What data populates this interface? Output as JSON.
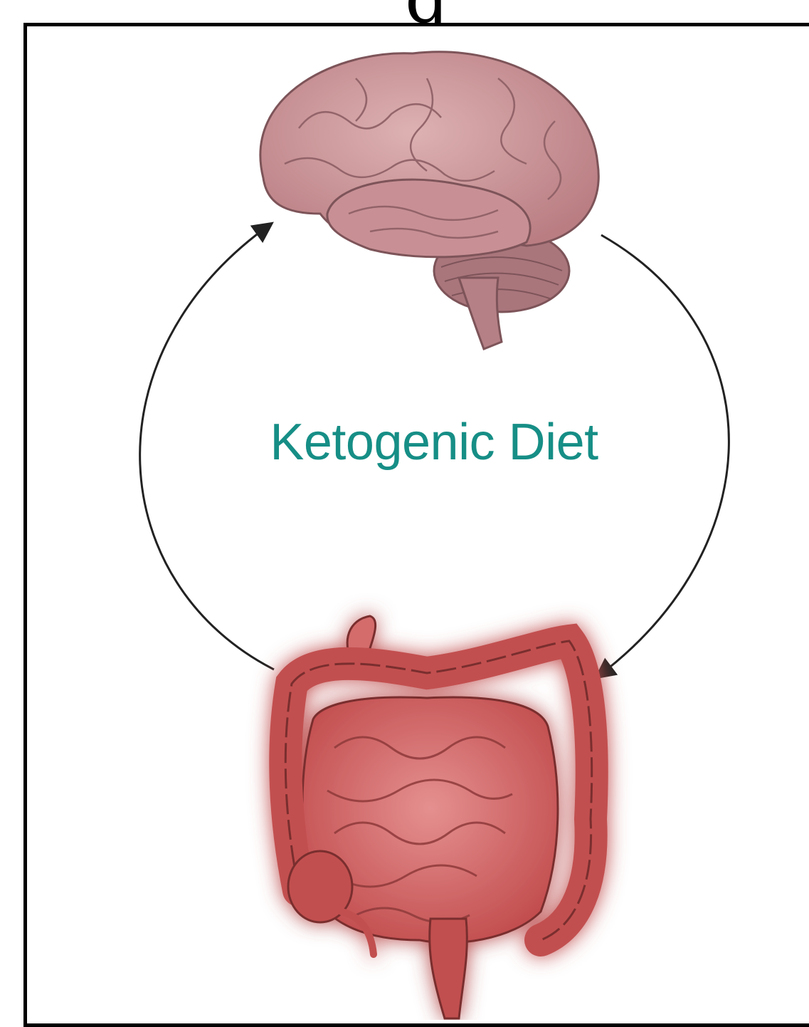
{
  "diagram": {
    "center_label": "Ketogenic Diet",
    "label_color": "#168e86",
    "clipped_title_fragment": "g",
    "nodes": [
      {
        "id": "brain",
        "icon": "brain-icon",
        "color": "#c78b8f"
      },
      {
        "id": "gut",
        "icon": "intestines-icon",
        "color": "#c85656",
        "glow": "#ff3b3b"
      }
    ],
    "edges": [
      {
        "from": "gut",
        "to": "brain",
        "side": "left"
      },
      {
        "from": "brain",
        "to": "gut",
        "side": "right"
      }
    ]
  }
}
